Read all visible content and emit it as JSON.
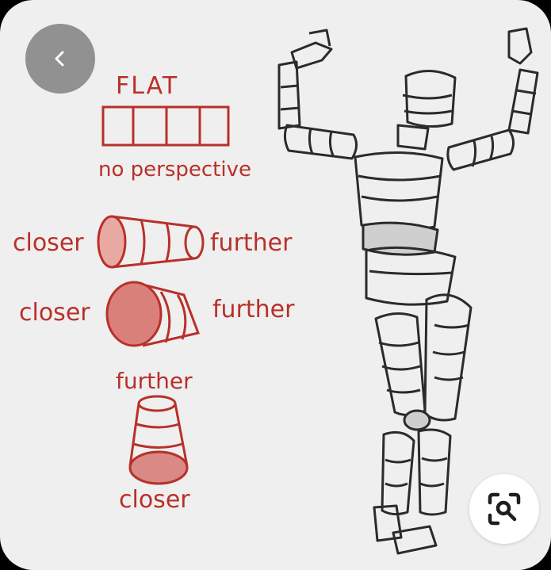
{
  "viewer": {
    "back_icon": "chevron-left-icon",
    "lens_icon": "lens-search-icon"
  },
  "image": {
    "flat_title": "FLAT",
    "flat_caption": "no perspective",
    "closer_1": "closer",
    "further_1": "further",
    "closer_2": "closer",
    "further_2": "further",
    "further_3": "further",
    "closer_3": "closer"
  },
  "colors": {
    "ink_red": "#b8302a",
    "pencil": "#2b2b2b",
    "paper": "#efefef",
    "back_button": "#808080",
    "lens_button": "#ffffff"
  }
}
